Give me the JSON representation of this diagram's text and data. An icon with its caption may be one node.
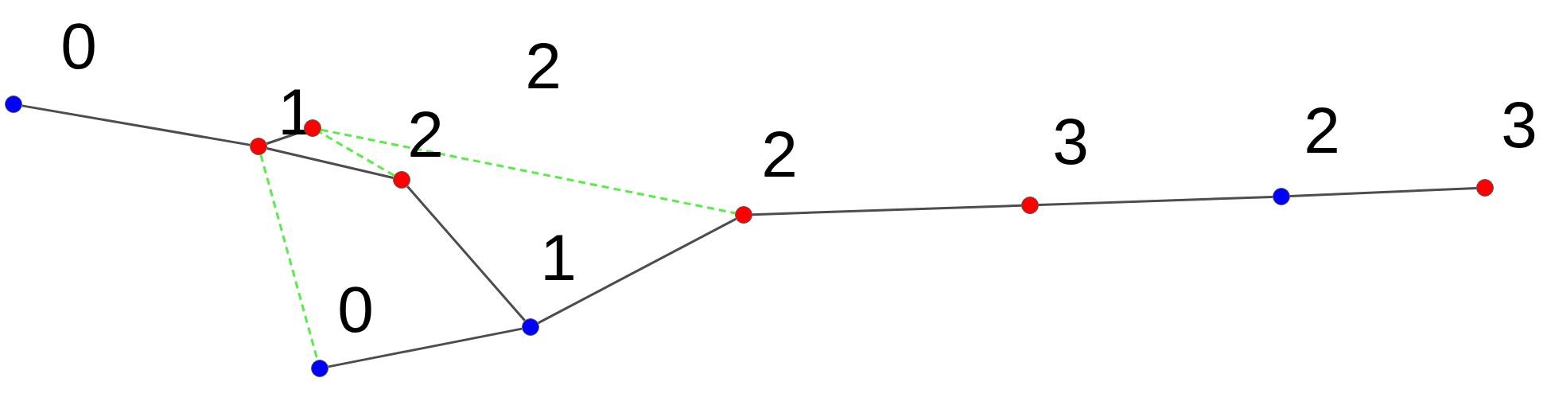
{
  "diagram": {
    "nodes": [
      {
        "text": [],
        "shape": "circle",
        "beside": [
          "0"
        ]
      },
      {
        "text": [],
        "shape": "circle",
        "beside": [
          "1"
        ]
      },
      {
        "text": [],
        "shape": "circle",
        "beside": [
          "2"
        ]
      },
      {
        "text": [],
        "shape": "circle",
        "beside": [
          "2"
        ]
      },
      {
        "text": [],
        "shape": "circle",
        "beside": [
          "1"
        ]
      },
      {
        "text": [],
        "shape": "circle",
        "beside": [
          "0"
        ]
      },
      {
        "text": [],
        "shape": "circle",
        "beside": [
          "2"
        ]
      },
      {
        "text": [],
        "shape": "circle",
        "beside": [
          "3"
        ]
      },
      {
        "text": [],
        "shape": "circle",
        "beside": [
          "2"
        ]
      },
      {
        "text": [],
        "shape": "circle",
        "beside": [
          "3"
        ]
      }
    ],
    "edges": [
      {
        "from": 0,
        "to": 1,
        "arrow": "none"
      },
      {
        "from": 1,
        "to": 2,
        "arrow": "none"
      },
      {
        "from": 1,
        "to": 3,
        "arrow": "none"
      },
      {
        "from": 3,
        "to": 4,
        "arrow": "none"
      },
      {
        "from": 5,
        "to": 4,
        "arrow": "none"
      },
      {
        "from": 4,
        "to": 6,
        "arrow": "none"
      },
      {
        "from": 6,
        "to": 7,
        "arrow": "none"
      },
      {
        "from": 7,
        "to": 8,
        "arrow": "none"
      },
      {
        "from": 8,
        "to": 9,
        "arrow": "none"
      },
      {
        "from": 1,
        "to": 5,
        "arrow": "none",
        "style": "dashed",
        "color": "#55ee44"
      },
      {
        "from": 3,
        "to": 2,
        "arrow": "none",
        "style": "dashed",
        "color": "#55ee44"
      },
      {
        "from": 2,
        "to": 6,
        "arrow": "none",
        "style": "dashed",
        "color": "#55ee44"
      }
    ]
  }
}
